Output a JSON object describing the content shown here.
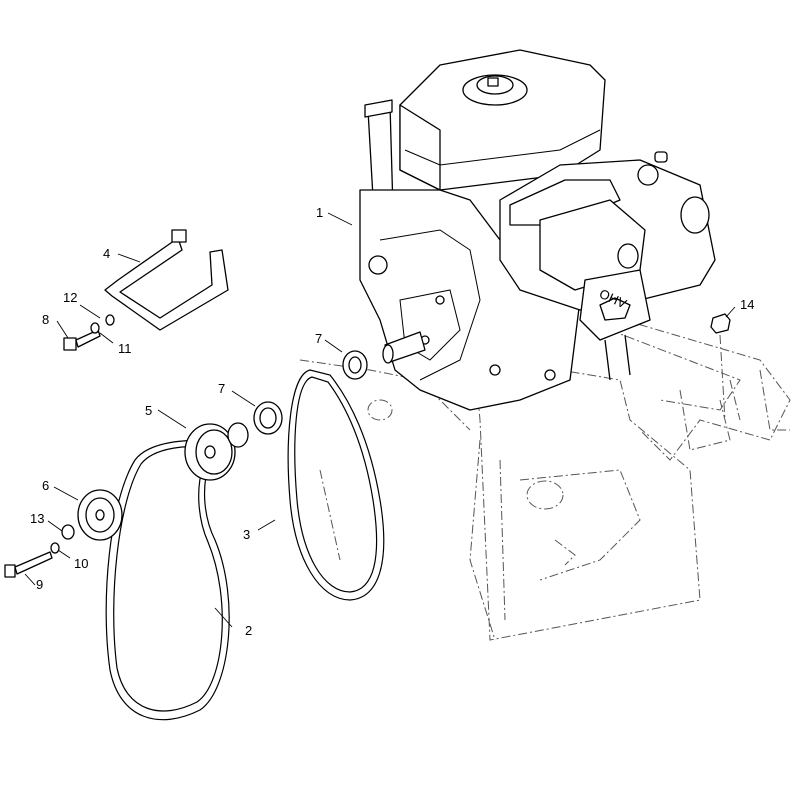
{
  "callouts": [
    "1",
    "2",
    "3",
    "4",
    "5",
    "6",
    "7",
    "8",
    "9",
    "10",
    "11",
    "12",
    "13",
    "14"
  ],
  "engine_label": "OHV",
  "colors": {
    "line": "#000000",
    "background": "#ffffff",
    "phantom": "#555555"
  }
}
